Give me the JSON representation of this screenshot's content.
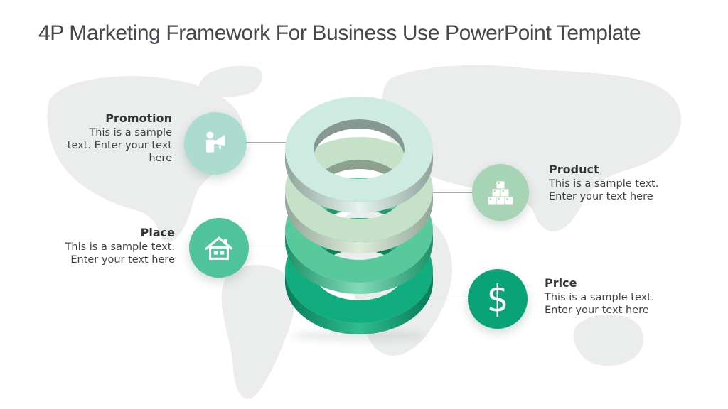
{
  "slide": {
    "title": "4P Marketing Framework For Business Use PowerPoint Template",
    "title_color": "#45494d",
    "background_color": "#ffffff"
  },
  "background_map": {
    "color": "#ebedec"
  },
  "connector_color": "#a6a9a8",
  "ring_stack": {
    "rings": [
      {
        "name": "ring-1-top",
        "face": "#cdebe0",
        "wall_dark": "#8fa39b",
        "wall_light": "#e6f3ed",
        "inner": "#86988f"
      },
      {
        "name": "ring-2",
        "face": "#c5e2c9",
        "wall_dark": "#93a596",
        "wall_light": "#dfecdc",
        "inner": "#8ca18e"
      },
      {
        "name": "ring-3",
        "face": "#57c99d",
        "wall_dark": "#1d9068",
        "wall_light": "#83dab9",
        "inner": "#23996f"
      },
      {
        "name": "ring-4-bottom",
        "face": "#12ad7e",
        "wall_dark": "#067a57",
        "wall_light": "#2fbd8f",
        "inner": "#088059"
      }
    ]
  },
  "items": [
    {
      "id": "promotion",
      "label": "Promotion",
      "body": "This is a sample\ntext. Enter your text\nhere",
      "icon": "megaphone-icon",
      "circle_color": "#abdccf"
    },
    {
      "id": "product",
      "label": "Product",
      "body": "This is a sample text.\nEnter your text here",
      "icon": "boxes-icon",
      "circle_color": "#a7d4b5"
    },
    {
      "id": "place",
      "label": "Place",
      "body": "This is a sample text.\nEnter your text here",
      "icon": "house-icon",
      "circle_color": "#4ec39c"
    },
    {
      "id": "price",
      "label": "Price",
      "body": "This is a sample text.\nEnter your text here",
      "icon": "dollar-icon",
      "circle_color": "#0aa377",
      "glyph": "$"
    }
  ]
}
